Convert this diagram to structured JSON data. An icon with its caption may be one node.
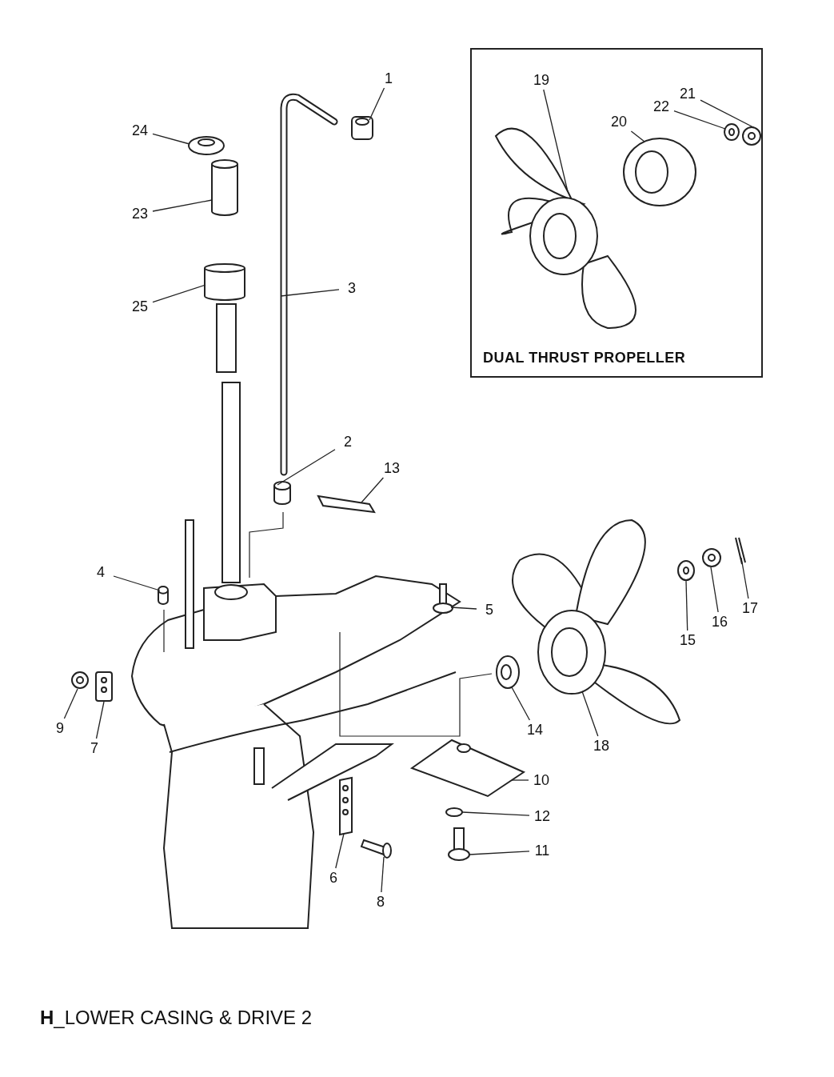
{
  "diagram": {
    "title": "**H**_LOWER CASING & DRIVE 2",
    "nodes": [
      {
        "text": [
          "DUAL THRUST PROPELLER"
        ]
      },
      {
        "text": [
          "1"
        ]
      },
      {
        "text": [
          "19"
        ],
        "in": 0
      },
      {
        "text": [
          "21"
        ],
        "in": 0
      },
      {
        "text": [
          "22"
        ],
        "in": 0
      },
      {
        "text": [
          "20"
        ],
        "in": 0
      },
      {
        "text": [
          "24"
        ]
      },
      {
        "text": [
          "23"
        ]
      },
      {
        "text": [
          "3"
        ]
      },
      {
        "text": [
          "25"
        ]
      },
      {
        "text": [
          "2"
        ]
      },
      {
        "text": [
          "13"
        ]
      },
      {
        "text": [
          "4"
        ]
      },
      {
        "text": [
          "5"
        ]
      },
      {
        "text": [
          "17"
        ]
      },
      {
        "text": [
          "16"
        ]
      },
      {
        "text": [
          "15"
        ]
      },
      {
        "text": [
          "9"
        ]
      },
      {
        "text": [
          "7"
        ]
      },
      {
        "text": [
          "14"
        ]
      },
      {
        "text": [
          "18"
        ]
      },
      {
        "text": [
          "10"
        ]
      },
      {
        "text": [
          "12"
        ]
      },
      {
        "text": [
          "11"
        ]
      },
      {
        "text": [
          "6"
        ]
      },
      {
        "text": [
          "8"
        ]
      },
      {
        "text": [],
        "shape": "picture"
      },
      {
        "text": [],
        "shape": "picture",
        "in": 0
      },
      {
        "text": [],
        "shape": "picture",
        "in": 0
      },
      {
        "text": [],
        "shape": "picture",
        "in": 0
      },
      {
        "text": [],
        "shape": "picture",
        "in": 0
      },
      {
        "text": [],
        "shape": "picture"
      },
      {
        "text": [],
        "shape": "cylinder"
      },
      {
        "text": [],
        "shape": "picture"
      },
      {
        "text": [],
        "shape": "cylinder"
      },
      {
        "text": [],
        "shape": "cylinder"
      },
      {
        "text": [],
        "shape": "picture"
      },
      {
        "text": [],
        "shape": "cylinder"
      },
      {
        "text": [],
        "shape": "picture"
      },
      {
        "text": [],
        "shape": "picture"
      },
      {
        "text": [],
        "shape": "picture"
      },
      {
        "text": [],
        "shape": "picture"
      },
      {
        "text": [],
        "shape": "picture"
      },
      {
        "text": [],
        "shape": "picture"
      },
      {
        "text": [],
        "shape": "picture"
      },
      {
        "text": [],
        "shape": "picture"
      },
      {
        "text": [],
        "shape": "picture"
      },
      {
        "text": [],
        "shape": "circle"
      },
      {
        "text": [],
        "shape": "picture"
      },
      {
        "text": [],
        "shape": "picture"
      },
      {
        "text": [],
        "shape": "picture"
      }
    ],
    "edges": [
      {
        "from": 1,
        "to": 26,
        "arrow": "none"
      },
      {
        "from": 2,
        "to": 27,
        "arrow": "none"
      },
      {
        "from": 3,
        "to": 30,
        "arrow": "none"
      },
      {
        "from": 4,
        "to": 29,
        "arrow": "none"
      },
      {
        "from": 5,
        "to": 28,
        "arrow": "none"
      },
      {
        "from": 6,
        "to": 31,
        "arrow": "none"
      },
      {
        "from": 7,
        "to": 32,
        "arrow": "none"
      },
      {
        "from": 8,
        "to": 33,
        "arrow": "none"
      },
      {
        "from": 9,
        "to": 34,
        "arrow": "none"
      },
      {
        "from": 10,
        "to": 35,
        "arrow": "none"
      },
      {
        "from": 11,
        "to": 36,
        "arrow": "none"
      },
      {
        "from": 12,
        "to": 37,
        "arrow": "none"
      },
      {
        "from": 13,
        "to": 38,
        "arrow": "none"
      },
      {
        "from": 14,
        "to": 39,
        "arrow": "none"
      },
      {
        "from": 15,
        "to": 40,
        "arrow": "none"
      },
      {
        "from": 16,
        "to": 41,
        "arrow": "none"
      },
      {
        "from": 17,
        "to": 42,
        "arrow": "none"
      },
      {
        "from": 18,
        "to": 43,
        "arrow": "none"
      },
      {
        "from": 19,
        "to": 44,
        "arrow": "none"
      },
      {
        "from": 20,
        "to": 45,
        "arrow": "none"
      },
      {
        "from": 21,
        "to": 46,
        "arrow": "none"
      },
      {
        "from": 22,
        "to": 47,
        "arrow": "none"
      },
      {
        "from": 23,
        "to": 48,
        "arrow": "none"
      },
      {
        "from": 24,
        "to": 49,
        "arrow": "none"
      },
      {
        "from": 25,
        "to": 50,
        "arrow": "none"
      }
    ]
  }
}
